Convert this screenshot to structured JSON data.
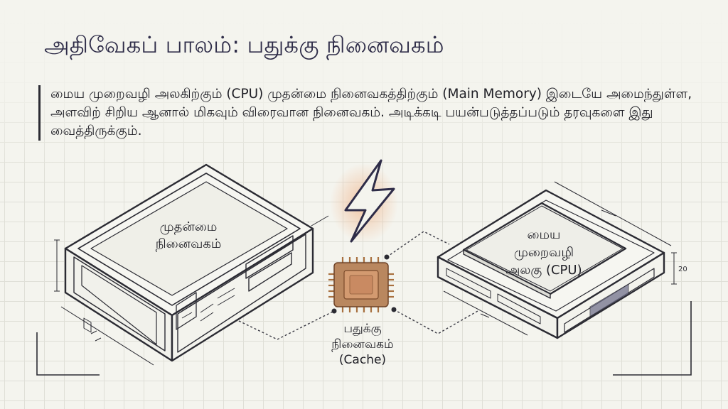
{
  "title": "அதிவேகப் பாலம்: பதுக்கு நினைவகம்",
  "description": "மைய முறைவழி அலகிற்கும் (CPU) முதன்மை நினைவகத்திற்கும் (Main Memory) இடையே அமைந்துள்ள, அளவிற் சிறிய ஆனால் மிகவும் விரைவான நினைவகம். அடிக்கடி பயன்படுத்தப்படும் தரவுகளை இது வைத்திருக்கும்.",
  "main_memory": {
    "line1": "முதன்மை",
    "line2": "நினைவகம்"
  },
  "cpu": {
    "line1": "மைய",
    "line2": "முறைவழி",
    "line3": "அலகு (CPU)"
  },
  "cache": {
    "line1": "பதுக்கு",
    "line2": "நினைவகம்",
    "line3": "(Cache)"
  },
  "dimension_marks": {
    "cpu_side": "20"
  },
  "colors": {
    "background": "#f4f4ee",
    "line": "#2b2b33",
    "title": "#2e2c48",
    "chip_die": "#c98a62",
    "chip_pins": "#b87a48",
    "bolt_glow": "#f0b48a"
  },
  "icons": [
    "lightning-bolt-icon",
    "cache-chip-icon"
  ]
}
